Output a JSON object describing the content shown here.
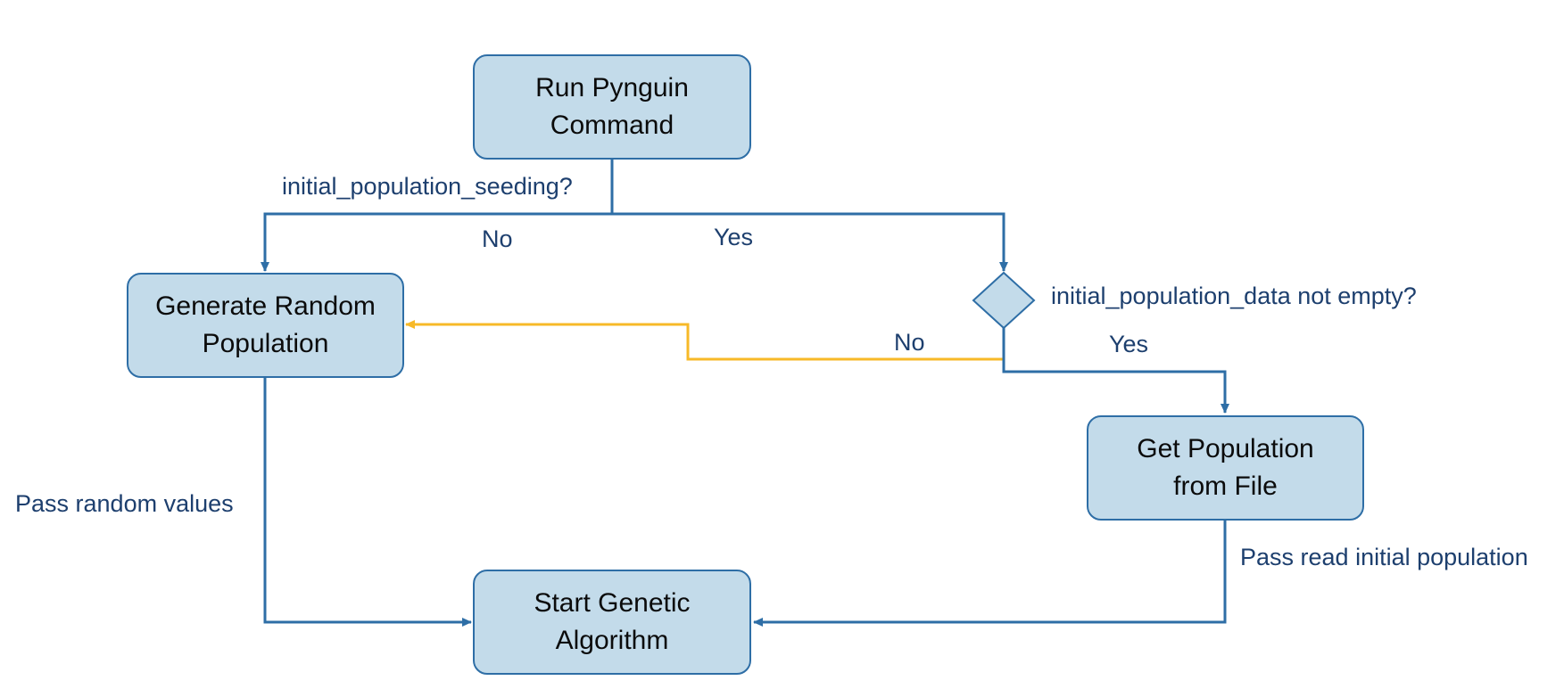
{
  "colors": {
    "box_fill": "#c3dbea",
    "box_border": "#2e6ea6",
    "connector": "#2e6ea6",
    "no_branch_connector": "#f7b928",
    "label_text": "#1d3f6e"
  },
  "nodes": {
    "run_pynguin": {
      "lines": [
        "Run Pynguin",
        "Command"
      ]
    },
    "generate_random": {
      "lines": [
        "Generate Random",
        "Population"
      ]
    },
    "get_population": {
      "lines": [
        "Get Population",
        "from File"
      ]
    },
    "start_genetic": {
      "lines": [
        "Start Genetic",
        "Algorithm"
      ]
    }
  },
  "labels": {
    "seeding_question": "initial_population_seeding?",
    "seeding_no": "No",
    "seeding_yes": "Yes",
    "data_question": "initial_population_data not empty?",
    "data_no": "No",
    "data_yes": "Yes",
    "pass_random": "Pass random values",
    "pass_read": "Pass read initial population"
  }
}
